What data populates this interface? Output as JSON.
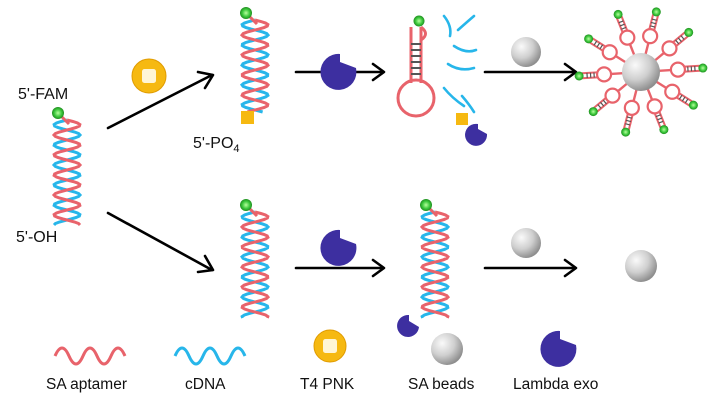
{
  "labels": {
    "fam": "5'-FAM",
    "oh": "5'-OH",
    "po4_main": "5'-PO",
    "po4_sub": "4"
  },
  "legend": {
    "aptamer": "SA aptamer",
    "cdna": "cDNA",
    "pnk": "T4 PNK",
    "beads": "SA beads",
    "exo": "Lambda exo"
  },
  "colors": {
    "aptamer": "#e8636b",
    "cdna": "#27b6ea",
    "fam": "#3ec93e",
    "pnk_outer": "#f6b911",
    "pnk_inner": "#fff6d6",
    "phosphate": "#f6b911",
    "exo": "#3d2fa0",
    "bead": "#bdbdbd",
    "arrow": "#000000",
    "stem": "#555555"
  },
  "icons": {
    "pnk": "pnk-enzyme-icon",
    "exo": "lambda-exo-icon",
    "bead": "sa-bead-icon",
    "fam": "fam-fluorophore-icon"
  }
}
